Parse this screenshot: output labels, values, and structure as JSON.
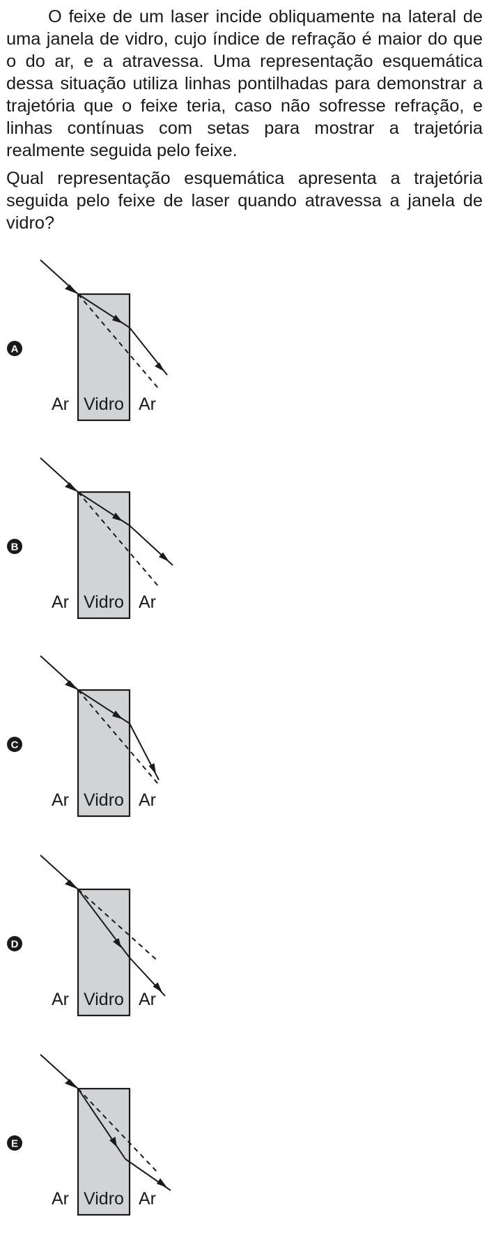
{
  "question": {
    "paragraph1": "O feixe de um laser incide obliquamente na lateral de uma janela de vidro, cujo índice de refração é maior do que o do ar, e a atravessa. Uma representação esquemática dessa situação utiliza linhas pontilhadas para demonstrar a trajetória que o feixe teria, caso não sofresse refração, e linhas contínuas com setas para mostrar a trajetória realmente seguida pelo feixe.",
    "paragraph2": "Qual representação esquemática apresenta a trajetória seguida pelo feixe de laser quando atravessa a janela de vidro?"
  },
  "labels": {
    "air_left": "Ar",
    "glass": "Vidro",
    "air_right": "Ar"
  },
  "options": [
    {
      "letter": "A"
    },
    {
      "letter": "B"
    },
    {
      "letter": "C"
    },
    {
      "letter": "D"
    },
    {
      "letter": "E"
    }
  ]
}
